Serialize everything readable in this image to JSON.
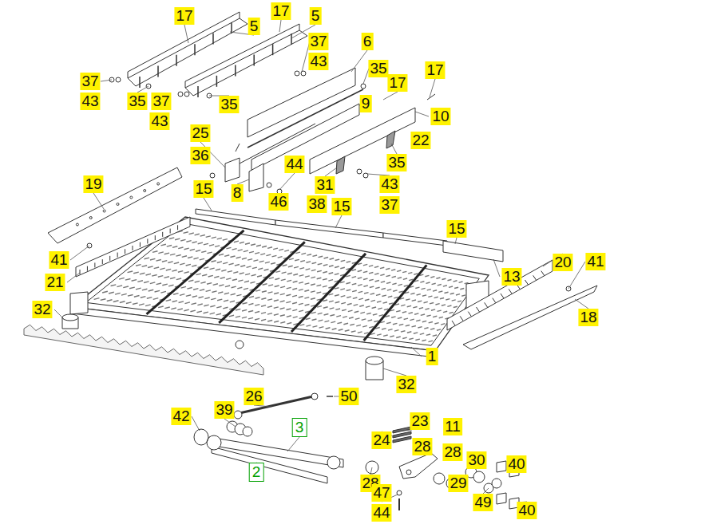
{
  "diagram": {
    "labels": [
      "17",
      "5",
      "17",
      "5",
      "37",
      "43",
      "6",
      "35",
      "17",
      "17",
      "37",
      "43",
      "35",
      "37",
      "43",
      "35",
      "9",
      "10",
      "25",
      "36",
      "22",
      "44",
      "8",
      "31",
      "35",
      "43",
      "37",
      "46",
      "38",
      "15",
      "15",
      "15",
      "19",
      "41",
      "21",
      "13",
      "20",
      "41",
      "18",
      "32",
      "1",
      "32",
      "26",
      "50",
      "39",
      "42",
      "3",
      "23",
      "24",
      "28",
      "11",
      "28",
      "30",
      "2",
      "28",
      "29",
      "40",
      "49",
      "47",
      "44",
      "40"
    ]
  }
}
